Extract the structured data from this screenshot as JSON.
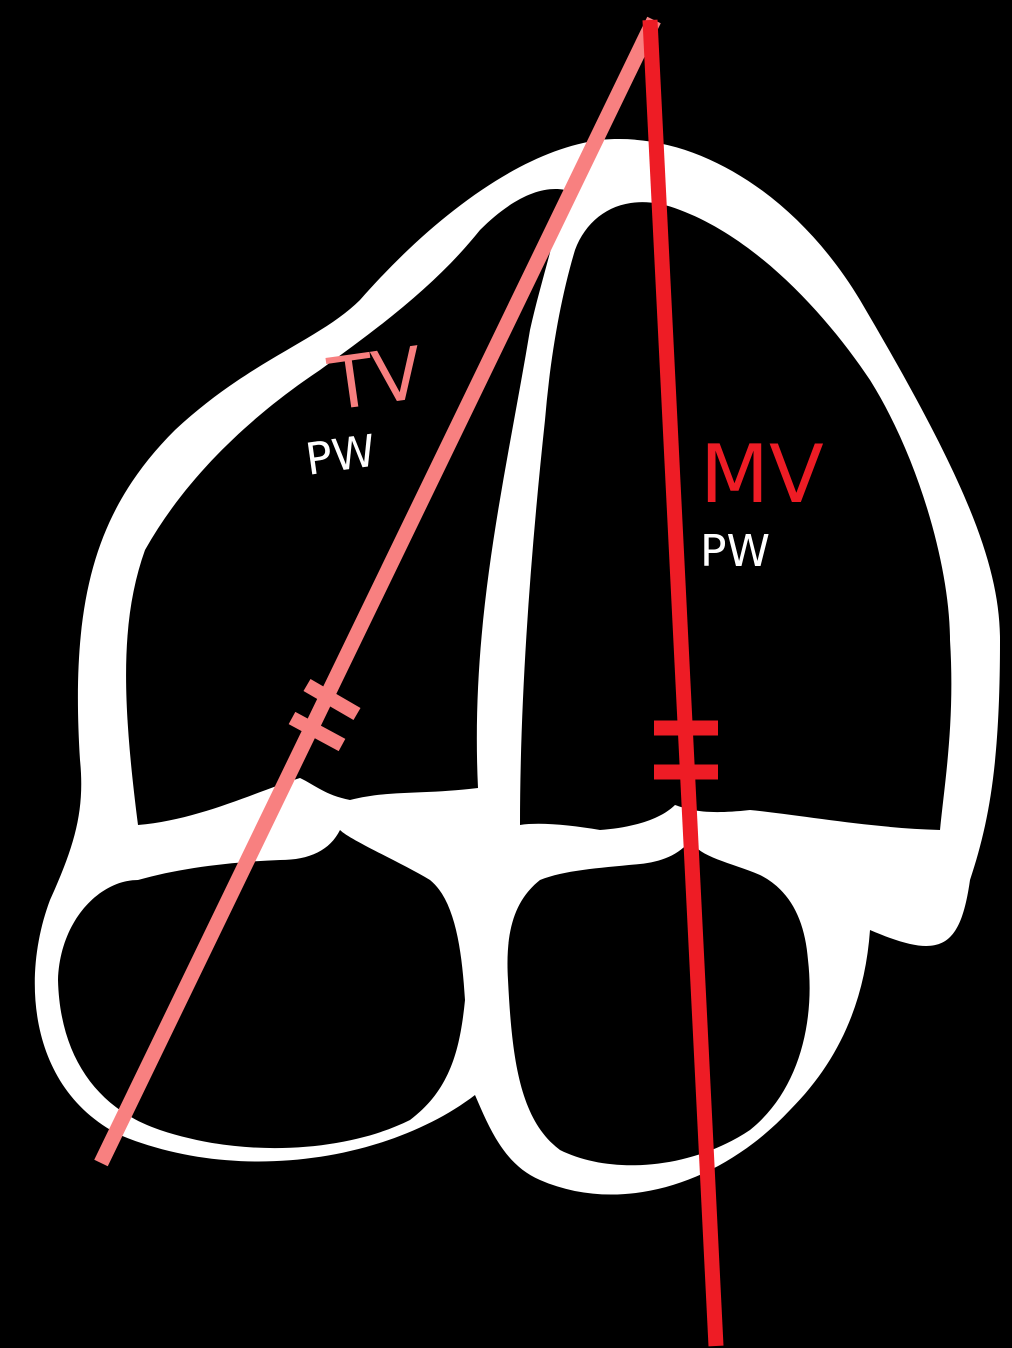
{
  "tv": {
    "label": "TV",
    "mode": "PW",
    "color": "#f88080"
  },
  "mv": {
    "label": "MV",
    "mode": "PW",
    "color": "#ee1c25"
  },
  "colors": {
    "background": "#000000",
    "heart_outline": "#ffffff",
    "mode_text": "#ffffff"
  }
}
